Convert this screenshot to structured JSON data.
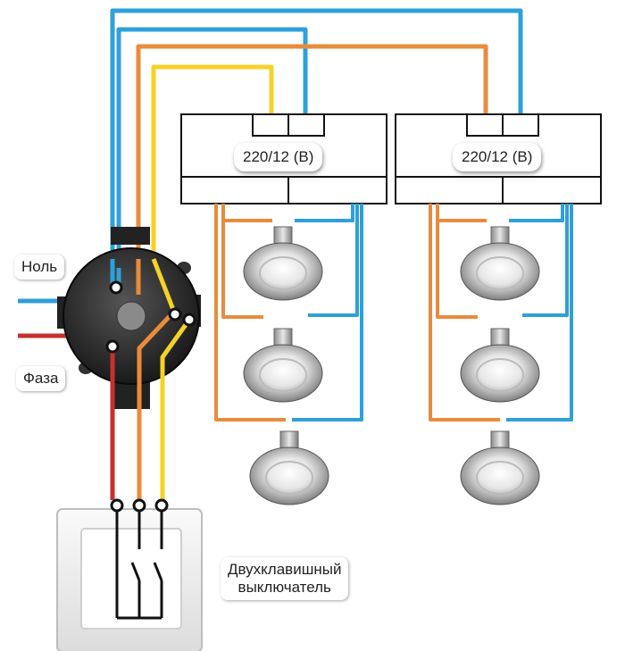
{
  "labels": {
    "neutral": "Ноль",
    "phase": "Фаза",
    "switch_line1": "Двухклавишный",
    "switch_line2": "выключатель"
  },
  "transformers": [
    {
      "label": "220/12 (В)"
    },
    {
      "label": "220/12 (В)"
    }
  ],
  "colors": {
    "blue": "#2fa0d8",
    "orange": "#e88c3c",
    "yellow": "#f5d228",
    "red": "#c8302e",
    "transformer_border": "#111111",
    "junction_box": "#2a2a2a"
  },
  "lamps_per_transformer": 3
}
